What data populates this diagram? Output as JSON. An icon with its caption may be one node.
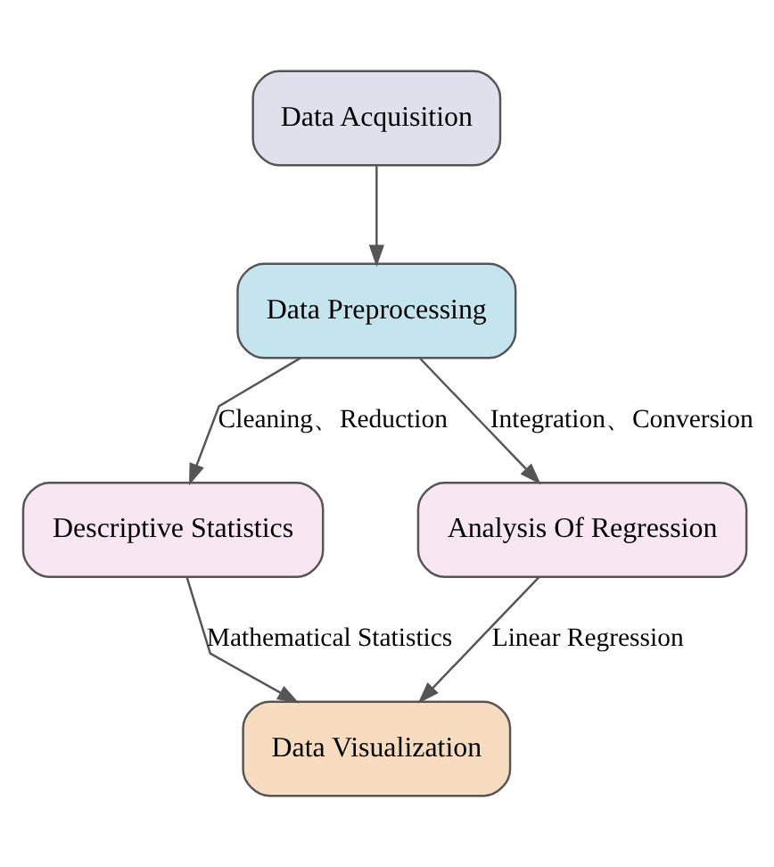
{
  "diagram": {
    "nodes": [
      {
        "text": [
          "Data Acquisition"
        ]
      },
      {
        "text": [
          "Data Preprocessing"
        ]
      },
      {
        "text": [
          "Descriptive Statistics"
        ]
      },
      {
        "text": [
          "Analysis Of Regression"
        ]
      },
      {
        "text": [
          "Data Visualization"
        ]
      }
    ],
    "edges": [
      {
        "from": 0,
        "to": 1,
        "arrow": "to"
      },
      {
        "from": 1,
        "to": 2,
        "arrow": "to",
        "label": "Cleaning、Reduction"
      },
      {
        "from": 1,
        "to": 3,
        "arrow": "to",
        "label": "Integration、Conversion"
      },
      {
        "from": 2,
        "to": 4,
        "arrow": "to",
        "label": "Mathematical Statistics"
      },
      {
        "from": 3,
        "to": 4,
        "arrow": "to",
        "label": "Linear Regression"
      }
    ]
  }
}
